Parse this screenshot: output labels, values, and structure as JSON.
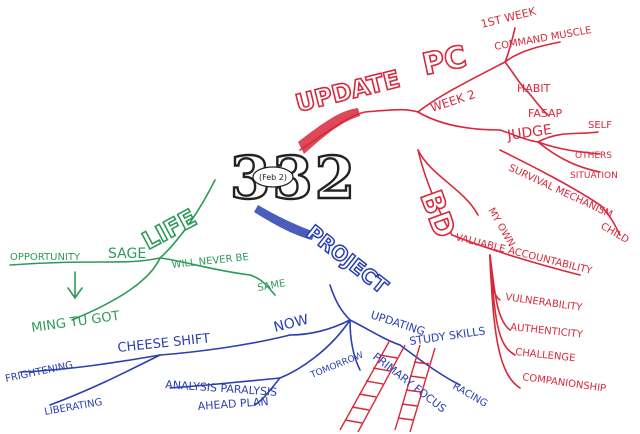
{
  "center": {
    "number": "332",
    "note": "(Feb 2)"
  },
  "colors": {
    "red": "#d8283c",
    "green": "#2e9a5a",
    "blue": "#2a3fb0",
    "ink": "#222222"
  },
  "update": {
    "title": "UPDATE",
    "pc": "PC",
    "bd": "BD",
    "items": {
      "first_week": "1ST WEEK",
      "command_muscle": "COMMAND MUSCLE",
      "habit": "HABIT",
      "fasap": "FASAP",
      "week2": "WEEK 2",
      "judge": "JUDGE",
      "self": "SELF",
      "others": "OTHERS",
      "situation": "SITUATION",
      "survival_mechanism": "SURVIVAL MECHANISM",
      "child": "CHILD",
      "my_own": "MY OWN",
      "valuable_accountability": "VALUABLE ACCOUNTABILITY",
      "vulnerability": "VULNERABILITY",
      "authenticity": "AUTHENTICITY",
      "challenge": "CHALLENGE",
      "companionship": "COMPANIONSHIP"
    }
  },
  "life": {
    "title": "LIFE",
    "items": {
      "sage": "SAGE",
      "opportunity": "OPPORTUNITY",
      "ming_to_got": "MING TU GOT",
      "will_never_be": "WILL NEVER BE",
      "same": "SAME"
    }
  },
  "project": {
    "title": "PROJECT",
    "items": {
      "now": "NOW",
      "cheese_shift": "CHEESE SHIFT",
      "frightening": "FRIGHTENING",
      "liberating": "LIBERATING",
      "analysis_paralysis": "ANALYSIS PARALYSIS",
      "ahead_plan": "AHEAD PLAN",
      "tomorrow": "TOMORROW",
      "updating": "UPDATING",
      "study_skills": "STUDY SKILLS",
      "primary_focus": "PRIMARY FOCUS",
      "racing": "RACING"
    }
  }
}
